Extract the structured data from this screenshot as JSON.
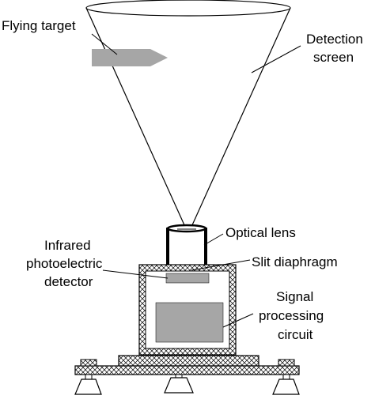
{
  "labels": {
    "flying_target": "Flying target",
    "detection_screen_line1": "Detection",
    "detection_screen_line2": "screen",
    "optical_lens": "Optical lens",
    "slit_diaphragm": "Slit diaphragm",
    "infrared_line1": "Infrared",
    "infrared_line2": "photoelectric",
    "infrared_line3": "detector",
    "signal_line1": "Signal",
    "signal_line2": "processing",
    "signal_line3": "circuit"
  },
  "colors": {
    "stroke": "#000000",
    "target_fill": "#a6a6a6",
    "component_fill": "#a6a6a6",
    "background": "#ffffff"
  }
}
